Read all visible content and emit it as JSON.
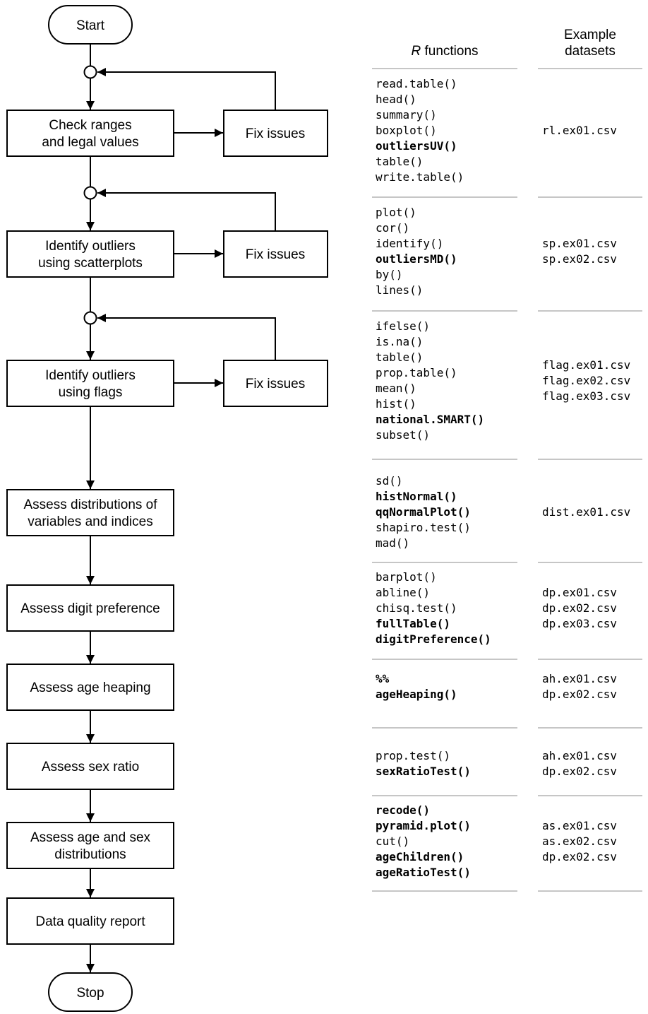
{
  "flowchart": {
    "start": "Start",
    "stop": "Stop",
    "steps": [
      {
        "lines": [
          "Check ranges",
          "and legal values"
        ],
        "fix": "Fix issues"
      },
      {
        "lines": [
          "Identify outliers",
          "using scatterplots"
        ],
        "fix": "Fix issues"
      },
      {
        "lines": [
          "Identify outliers",
          "using flags"
        ],
        "fix": "Fix issues"
      },
      {
        "lines": [
          "Assess distributions of",
          "variables and indices"
        ]
      },
      {
        "lines": [
          "Assess digit preference"
        ]
      },
      {
        "lines": [
          "Assess age heaping"
        ]
      },
      {
        "lines": [
          "Assess sex ratio"
        ]
      },
      {
        "lines": [
          "Assess age and sex",
          "distributions"
        ]
      },
      {
        "lines": [
          "Data quality report"
        ]
      }
    ]
  },
  "table": {
    "header_functions_italic": "R",
    "header_functions_rest": " functions",
    "header_datasets": [
      "Example",
      "datasets"
    ],
    "rows": [
      {
        "functions": [
          {
            "text": "read.table()",
            "bold": false
          },
          {
            "text": "head()",
            "bold": false
          },
          {
            "text": "summary()",
            "bold": false
          },
          {
            "text": "boxplot()",
            "bold": false
          },
          {
            "text": "outliersUV()",
            "bold": true
          },
          {
            "text": "table()",
            "bold": false
          },
          {
            "text": "write.table()",
            "bold": false
          }
        ],
        "datasets": [
          "rl.ex01.csv"
        ]
      },
      {
        "functions": [
          {
            "text": "plot()",
            "bold": false
          },
          {
            "text": "cor()",
            "bold": false
          },
          {
            "text": "identify()",
            "bold": false
          },
          {
            "text": "outliersMD()",
            "bold": true
          },
          {
            "text": "by()",
            "bold": false
          },
          {
            "text": "lines()",
            "bold": false
          }
        ],
        "datasets": [
          "sp.ex01.csv",
          "sp.ex02.csv"
        ]
      },
      {
        "functions": [
          {
            "text": "ifelse()",
            "bold": false
          },
          {
            "text": "is.na()",
            "bold": false
          },
          {
            "text": "table()",
            "bold": false
          },
          {
            "text": "prop.table()",
            "bold": false
          },
          {
            "text": "mean()",
            "bold": false
          },
          {
            "text": "hist()",
            "bold": false
          },
          {
            "text": "national.SMART()",
            "bold": true
          },
          {
            "text": "subset()",
            "bold": false
          }
        ],
        "datasets": [
          "flag.ex01.csv",
          "flag.ex02.csv",
          "flag.ex03.csv"
        ]
      },
      {
        "functions": [
          {
            "text": "sd()",
            "bold": false
          },
          {
            "text": "histNormal()",
            "bold": true
          },
          {
            "text": "qqNormalPlot()",
            "bold": true
          },
          {
            "text": "shapiro.test()",
            "bold": false
          },
          {
            "text": "mad()",
            "bold": false
          }
        ],
        "datasets": [
          "dist.ex01.csv"
        ]
      },
      {
        "functions": [
          {
            "text": "barplot()",
            "bold": false
          },
          {
            "text": "abline()",
            "bold": false
          },
          {
            "text": "chisq.test()",
            "bold": false
          },
          {
            "text": "fullTable()",
            "bold": true
          },
          {
            "text": "digitPreference()",
            "bold": true
          }
        ],
        "datasets": [
          "dp.ex01.csv",
          "dp.ex02.csv",
          "dp.ex03.csv"
        ]
      },
      {
        "functions": [
          {
            "text": "%%",
            "bold": true
          },
          {
            "text": "ageHeaping()",
            "bold": true
          }
        ],
        "datasets": [
          "ah.ex01.csv",
          "dp.ex02.csv"
        ]
      },
      {
        "functions": [
          {
            "text": "prop.test()",
            "bold": false
          },
          {
            "text": "sexRatioTest()",
            "bold": true
          }
        ],
        "datasets": [
          "ah.ex01.csv",
          "dp.ex02.csv"
        ]
      },
      {
        "functions": [
          {
            "text": "recode()",
            "bold": true
          },
          {
            "text": "pyramid.plot()",
            "bold": true
          },
          {
            "text": "cut()",
            "bold": false
          },
          {
            "text": "ageChildren()",
            "bold": true
          },
          {
            "text": "ageRatioTest()",
            "bold": true
          }
        ],
        "datasets": [
          "as.ex01.csv",
          "as.ex02.csv",
          "dp.ex02.csv"
        ]
      }
    ]
  }
}
